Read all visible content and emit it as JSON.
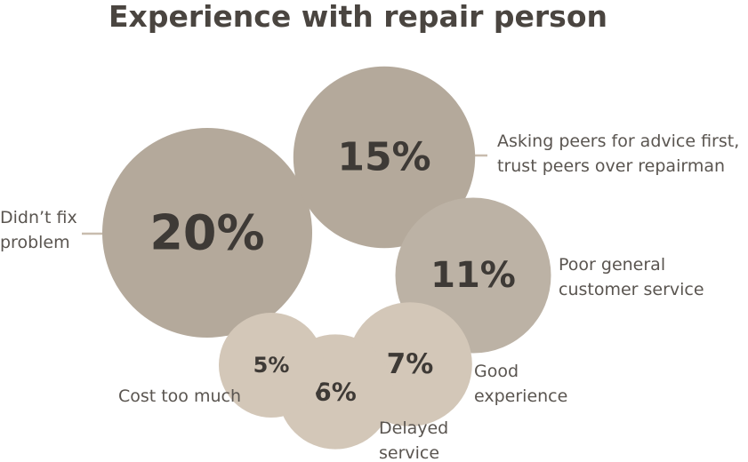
{
  "chart_data": {
    "type": "bubble",
    "title": "Experience with repair person",
    "unit": "%",
    "items": [
      {
        "label_lines": [
          "Didn’t fix",
          "problem"
        ],
        "value": 20,
        "value_label": "20%",
        "tone": "dark"
      },
      {
        "label_lines": [
          "Asking peers for advice first,",
          "trust peers over repairman"
        ],
        "value": 15,
        "value_label": "15%",
        "tone": "dark"
      },
      {
        "label_lines": [
          "Poor general",
          "customer service"
        ],
        "value": 11,
        "value_label": "11%",
        "tone": "mid"
      },
      {
        "label_lines": [
          "Good",
          "experience"
        ],
        "value": 7,
        "value_label": "7%",
        "tone": "light"
      },
      {
        "label_lines": [
          "Delayed",
          "service"
        ],
        "value": 6,
        "value_label": "6%",
        "tone": "light"
      },
      {
        "label_lines": [
          "Cost too much"
        ],
        "value": 5,
        "value_label": "5%",
        "tone": "light"
      }
    ]
  },
  "colors": {
    "title": "#4a4540",
    "bubble_dark": "#b4a99b",
    "bubble_mid": "#bcb2a5",
    "bubble_light": "#d3c7b8",
    "value_text": "#3e3a36",
    "label_text": "#5a5550",
    "leader": "#c8bcae"
  }
}
